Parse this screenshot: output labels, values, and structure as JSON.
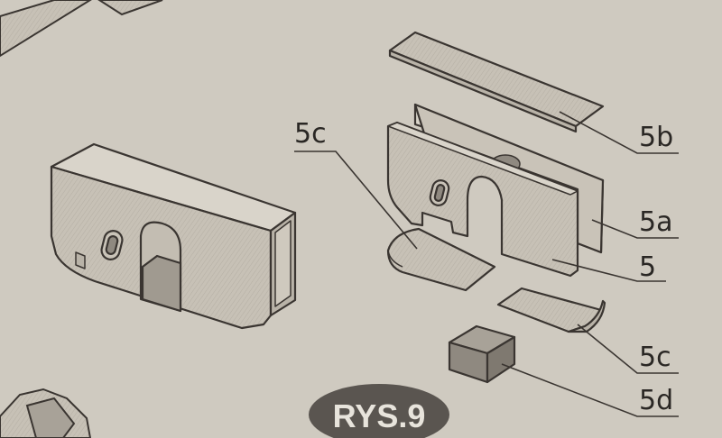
{
  "figure_label": "RYS.9",
  "part_labels": {
    "p5c_upper": "5c",
    "p5b": "5b",
    "p5a": "5a",
    "p5": "5",
    "p5c_lower": "5c",
    "p5d": "5d"
  },
  "colors": {
    "paper": "#cfcac0",
    "part_face": "#c9c3b8",
    "part_side": "#b9b3a8",
    "part_top": "#d9d4ca",
    "part_dark": "#8f8980",
    "line": "#3a3531",
    "badge": "#5a5550"
  }
}
